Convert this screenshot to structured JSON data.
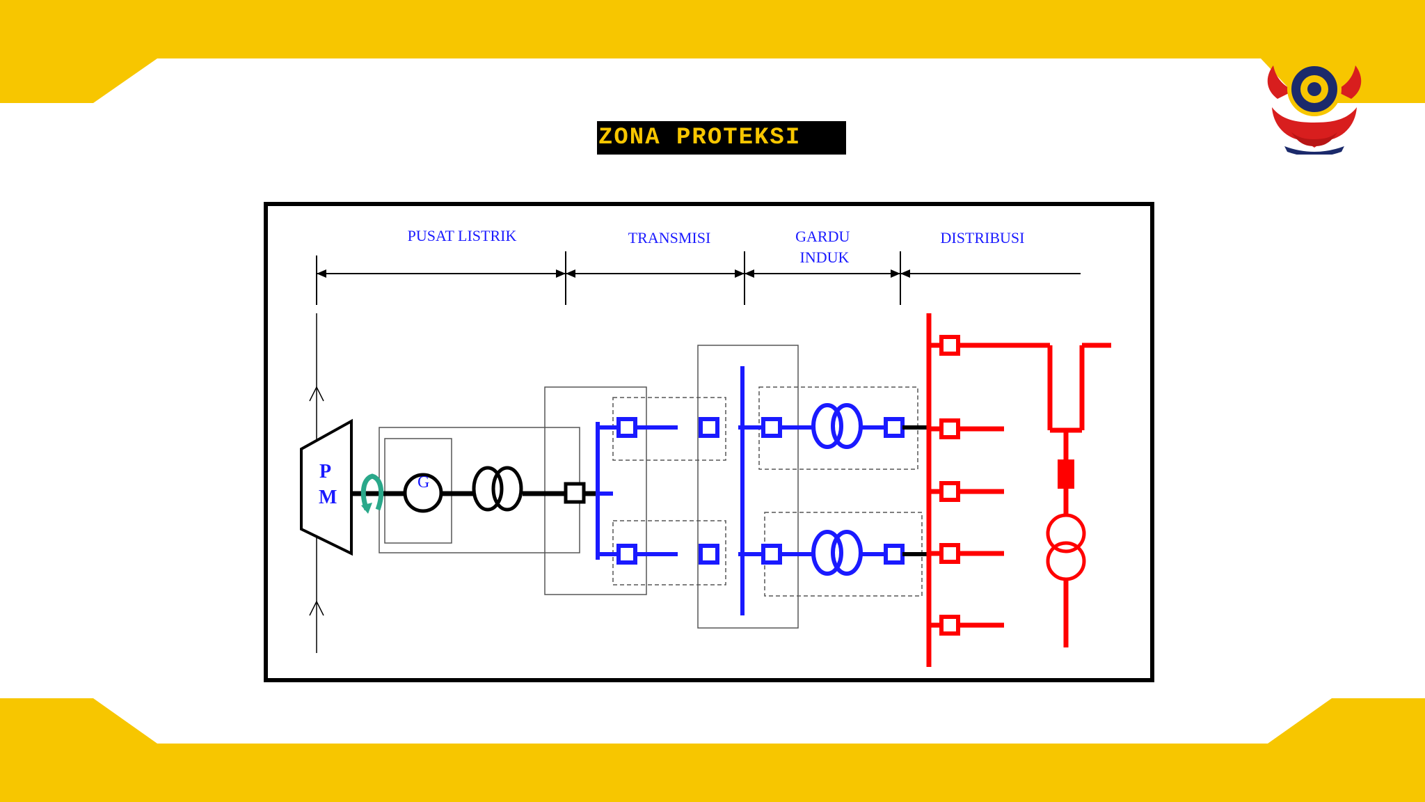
{
  "slide": {
    "title": "ZONA PROTEKSI",
    "colors": {
      "band": "#f7c600",
      "background": "#ffffff",
      "title_bg": "#000000",
      "title_text": "#f7c600"
    }
  },
  "logo": {
    "icon": "institution-emblem-icon"
  },
  "diagram": {
    "zones": [
      "PUSAT LISTRIK",
      "TRANSMISI",
      "GARDU INDUK",
      "DISTRIBUSI"
    ],
    "prime_mover": {
      "line1": "P",
      "line2": "M"
    },
    "generator": "G",
    "colors": {
      "generation": "#000000",
      "transmission": "#1a1aff",
      "distribution": "#ff0000",
      "coupling": "#2aa88a"
    }
  }
}
